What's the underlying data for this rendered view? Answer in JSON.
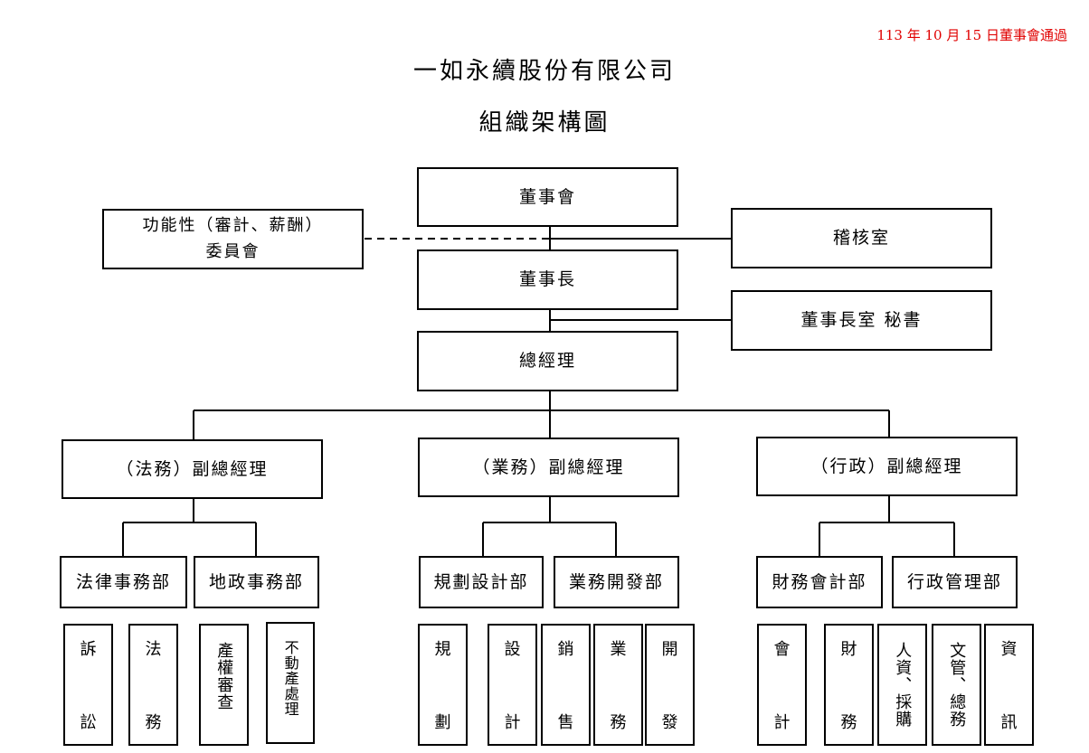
{
  "note": "113 年 10 月 15 日董事會通過",
  "company": "一如永續股份有限公司",
  "chart_title": "組織架構圖",
  "top": {
    "board": "董事會",
    "committee_line1": "功能性（審計、薪酬）",
    "committee_line2": "委員會",
    "audit": "稽核室",
    "chairman": "董事長",
    "chair_office": "董事長室 秘書",
    "gm": "總經理"
  },
  "vps": {
    "legal": "（法務）副總經理",
    "business": "（業務）副總經理",
    "admin": "（行政）副總經理"
  },
  "depts": {
    "law": "法律事務部",
    "land": "地政事務部",
    "plan": "規劃設計部",
    "dev": "業務開發部",
    "fin": "財務會計部",
    "mgmt": "行政管理部"
  },
  "units": {
    "litigation": [
      "訴",
      "訟"
    ],
    "legal_affairs": [
      "法",
      "務"
    ],
    "property_review": "產權審查",
    "real_estate": "不動產處理",
    "planning": [
      "規",
      "劃"
    ],
    "design": [
      "設",
      "計"
    ],
    "sales": [
      "銷",
      "售"
    ],
    "business": [
      "業",
      "務"
    ],
    "development": [
      "開",
      "發"
    ],
    "accounting": [
      "會",
      "計"
    ],
    "finance": [
      "財",
      "務"
    ],
    "hr": "人資、採購",
    "docs": "文管、總務",
    "it": [
      "資",
      "訊"
    ]
  }
}
